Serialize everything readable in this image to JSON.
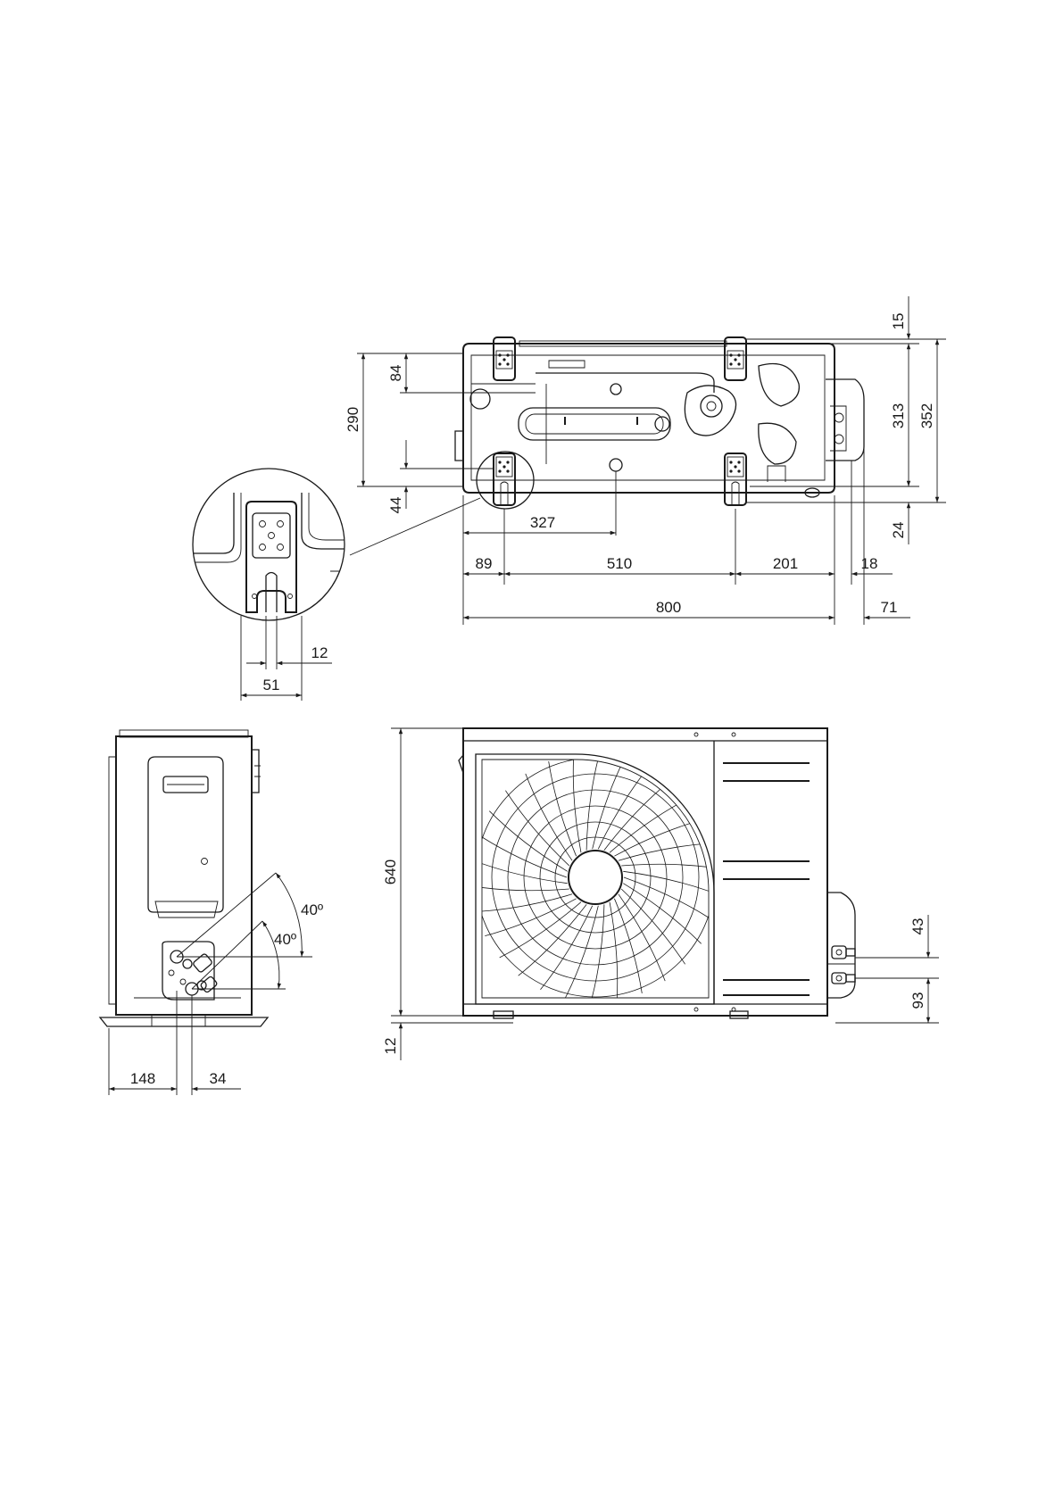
{
  "dimensions": {
    "top_view": {
      "d15": "15",
      "d84": "84",
      "d290": "290",
      "d44": "44",
      "d313": "313",
      "d352": "352",
      "d24": "24",
      "d327": "327",
      "d89": "89",
      "d510": "510",
      "d201": "201",
      "d18": "18",
      "d800": "800",
      "d71": "71"
    },
    "detail_view": {
      "d12": "12",
      "d51": "51"
    },
    "side_view": {
      "angle_a": "40º",
      "angle_b": "40º",
      "d148": "148",
      "d34": "34"
    },
    "front_view": {
      "d640": "640",
      "d12": "12",
      "d43": "43",
      "d93": "93"
    }
  }
}
